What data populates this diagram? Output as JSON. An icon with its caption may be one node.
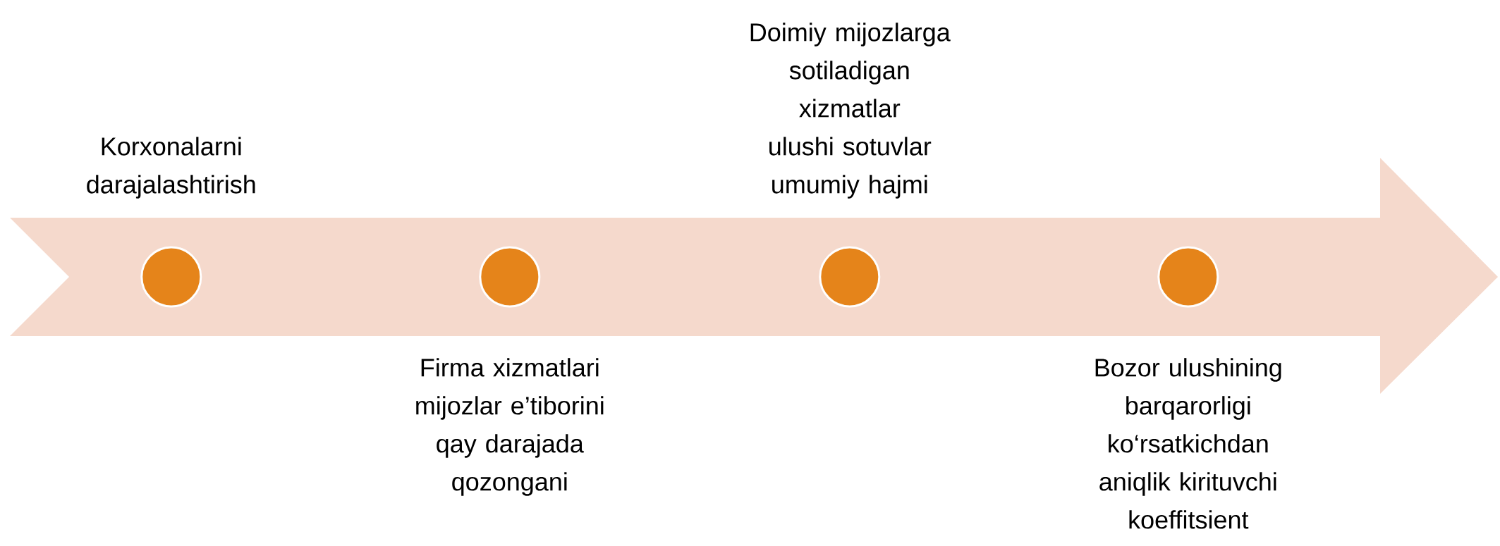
{
  "diagram": {
    "nodes": [
      {
        "text": [],
        "shape": "arrow"
      },
      {
        "text": [],
        "shape": "circle",
        "in": 0,
        "beside": [
          "Korxonalarni darajalashtirish"
        ]
      },
      {
        "text": [],
        "shape": "circle",
        "in": 0,
        "beside": [
          "Firma xizmatlari mijozlar e’tiborini qay darajada qozongani"
        ]
      },
      {
        "text": [],
        "shape": "circle",
        "in": 0,
        "beside": [
          "Doimiy mijozlarga sotiladigan xizmatlar ulushi sotuvlar umumiy hajmi"
        ]
      },
      {
        "text": [],
        "shape": "circle",
        "in": 0,
        "beside": [
          "Bozor ulushining barqarorligi ko‘rsatkichdan aniqlik kirituvchi koeffitsient"
        ]
      }
    ]
  }
}
